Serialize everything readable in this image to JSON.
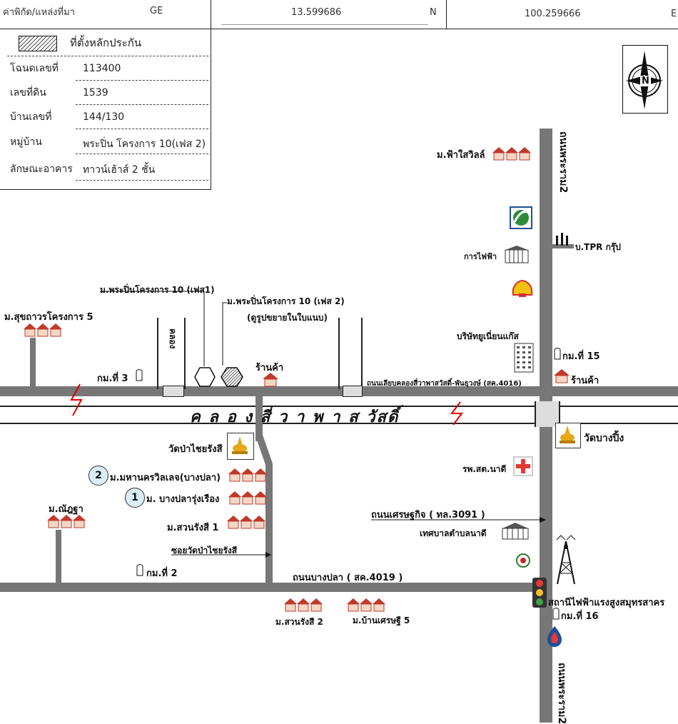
{
  "header": {
    "source_label": "ค่าพิกัด/แหล่งที่มา",
    "source_value": "GE",
    "lat": "13.599686",
    "lat_dir": "N",
    "lon": "100.259666",
    "lon_dir": "E"
  },
  "info": {
    "legend_label": "ที่ตั้งหลักประกัน",
    "rows": [
      {
        "label": "โฉนดเลขที่",
        "value": "113400"
      },
      {
        "label": "เลขที่ดิน",
        "value": "1539"
      },
      {
        "label": "บ้านเลขที่",
        "value": "144/130"
      },
      {
        "label": "หมู่บ้าน",
        "value": "พระปิ่น โครงการ 10(เฟส 2)"
      },
      {
        "label": "ลักษณะอาคาร",
        "value": "ทาวน์เฮ้าส์ 2 ชั้น"
      }
    ]
  },
  "compass": {
    "letter": "N"
  },
  "roads": {
    "rama2_top": "ถนนพระราม2",
    "rama2_bottom": "ถนนพระราม2",
    "canal_name": "ค ล อ ง สี่ ว า พ า ส วัสดิ์",
    "canal_small": "คลอง",
    "canal_road": "ถนนเลียบคลองสี่วาพาสวัสดิ์-พันธุวงษ์ (สค.4016)",
    "setthakit": "ถนนเศรษฐกิจ ( ทล.3091 )",
    "bangpla": "ถนนบางปลา ( สค.4019 )",
    "soi": "ซอยวัดป่าไชยรังสี"
  },
  "places": {
    "fah_sai": "ม.ฟ้าใสวิลล์",
    "tpr": "บ.TPR กรุ๊ป",
    "electricity": "การไฟฟ้า",
    "union_gas": "บริษัทยูเนี่ยนแก๊ส",
    "km15": "กม.ที่ 15",
    "shop_right": "ร้านค้า",
    "shop_center": "ร้านค้า",
    "wat_bang_ping": "วัดบางปิ้ง",
    "hospital": "รพ.สต.นาดี",
    "municipality": "เทศบาลตำบลนาดี",
    "substation": "สถานีไฟฟ้าแรงสูงสมุทรสาคร",
    "km16": "กม.ที่ 16",
    "suthawan": "ม.สุขถาวรโครงการ 5",
    "km3": "กม.ที่ 3",
    "phase1": "ม.พระปิ่นโครงการ 10 (เฟส1)",
    "phase2": "ม.พระปิ่นโครงการ 10 (เฟส 2)",
    "phase2_note": "(ดูรูปขยายในใบแนบ)",
    "wat_pa": "วัดป่าไชยรังสี",
    "mahanakhon": "ม.มหานครวิลเลจ(บางปลา)",
    "bangpla_rung": "ม. บางปลารุ่งเรือง",
    "suan_rangsi1": "ม.สวนรังสี 1",
    "nunya": "ม.ณัฎฐา",
    "km2": "กม.ที่ 2",
    "suan_rangsi2": "ม.สวนรังสี 2",
    "ban_setthi5": "ม.บ้านเศรษฐี 5",
    "num1": "1",
    "num2": "2"
  },
  "colors": {
    "road": "#777777",
    "house": "#c0392b",
    "roof": "#d35400"
  }
}
